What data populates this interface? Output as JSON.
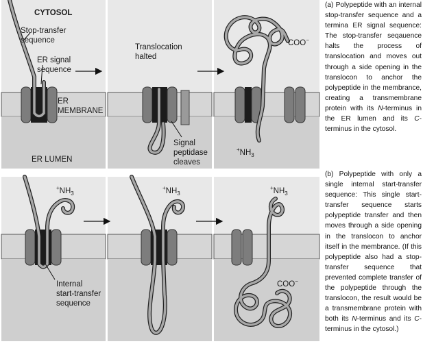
{
  "labels": {
    "cytosol": "CYTOSOL",
    "stop_transfer_1": "Stop-transfer",
    "stop_transfer_2": "sequence",
    "er_signal_1": "ER signal",
    "er_signal_2": "sequence",
    "er_membrane_1": "ER",
    "er_membrane_2": "MEMBRANE",
    "er_lumen": "ER LUMEN",
    "translocation_1": "Translocation",
    "translocation_2": "halted",
    "signal_peptidase_1": "Signal",
    "signal_peptidase_2": "peptidase",
    "signal_peptidase_3": "cleaves",
    "coo": "COO",
    "coo_sup": "−",
    "nh3_sup": "+",
    "nh3": "NH",
    "nh3_sub": "3",
    "internal_start_1": "Internal",
    "internal_start_2": "start-transfer",
    "internal_start_3": "sequence"
  },
  "caption_a": {
    "part1": "(a) Polypeptide with an internal stop-transfer sequence and a termina ER signal sequence: The stop-transfer seqauence halts the process of translocation and moves out through a side opening in the translocon to anchor the polypeptide in the membrance, creating a transmembrane protein with its ",
    "n_term": "N",
    "part2": "-terminus in the ER lumen and its ",
    "c_term": "C",
    "part3": "-terminus in the cytosol."
  },
  "caption_b": {
    "part1": "(b) Polypeptide with only a single internal start-transfer sequence: This single start-transfer sequence starts polypeptide transfer and then moves through a side opening in the translocon to anchor itself in the membrance. (If this polypeptide also had a stop-transfer sequence that prevented complete transfer of the polypeptide through the translocon, the result would be a transmembrane protein with both its ",
    "n_term": "N",
    "part2": "-terminus and its ",
    "c_term": "C",
    "part3": "-terminus in the cytosol.)"
  },
  "colors": {
    "cytosol_bg": "#e8e8e8",
    "lumen_bg": "#cfcfcf",
    "membrane": "#d6d6d6",
    "translocon": "#7d7d7d",
    "translocon_dark": "#1c1c1c",
    "chain": "#a8a8a8"
  }
}
